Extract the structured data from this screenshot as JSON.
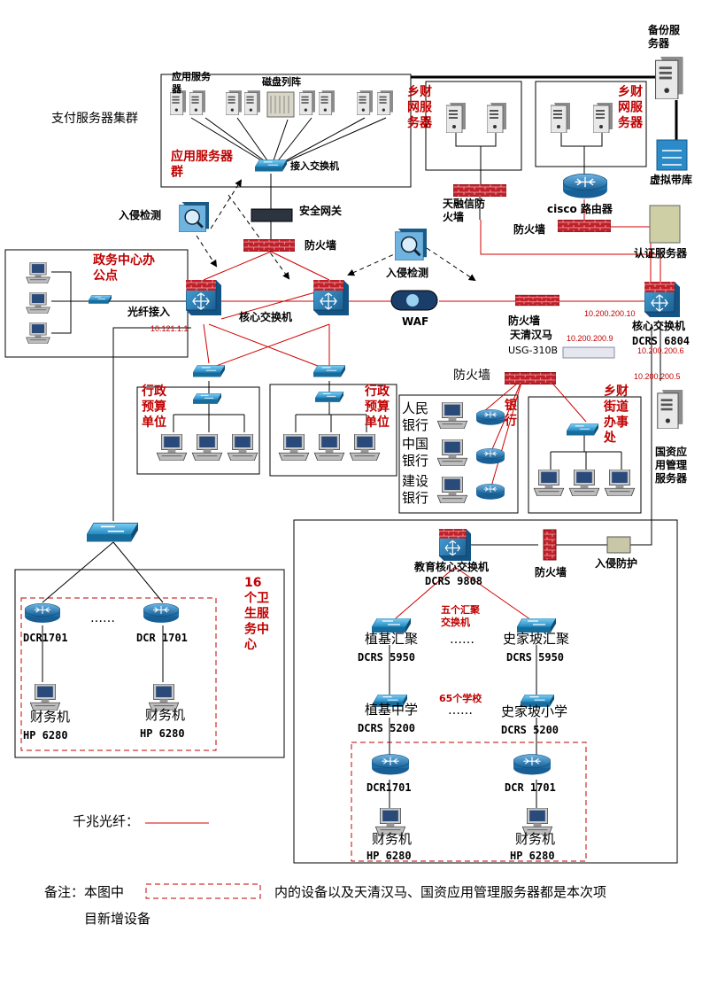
{
  "labels": {
    "payment_cluster": "支付服务器集群",
    "app_server": "应用服务器",
    "disk_array": "磁盘列阵",
    "app_server_group": "应用服务器群",
    "access_switch": "接入交换机",
    "intrusion_detect_left": "入侵检测",
    "security_gateway": "安全网关",
    "firewall_top": "防火墙",
    "gov_center": "政务中心办公点",
    "fiber_access": "光纤接入",
    "ip_left": "10.121.1.1",
    "core_switch_mid": "核心交换机",
    "intrusion_detect_mid": "入侵检测",
    "waf": "WAF",
    "xiangcai_net_left": "乡财网服务器",
    "xiangcai_net_right": "乡财网服务器",
    "finance_firewall": "天融信防火墙",
    "cisco_router": "cisco 路由器",
    "firewall_router": "防火墙",
    "backup_server": "备份服务器",
    "virtual_tape": "虚拟带库",
    "auth_server": "认证服务器",
    "core_switch_right": "核心交换机",
    "core_switch_right_model": "DCRS 6804",
    "ip_r1": "10.200.200.10",
    "ip_r2": "10.200.200.6",
    "ip_r3": "10.200.200.5",
    "ip_tq": "10.200.200.9",
    "firewall_tq": "防火墙",
    "tianqing": "天清汉马",
    "usg": "USG-310B",
    "firewall_bank": "防火墙",
    "admin_budget_left": "行政预算单位",
    "admin_budget_right": "行政预算单位",
    "bank_people": "人民银行",
    "bank_china": "中国银行",
    "bank_ccb": "建设银行",
    "bank_label": "银行",
    "xiangcai_street": "乡财街道办事处",
    "guozi_server": "国资应用管理服务器",
    "health_centers": "16个卫生服务中心",
    "dcr_a": "DCR1701",
    "dcr_b": "DCR 1701",
    "finance_pc_a": "财务机",
    "hp_a": "HP 6280",
    "finance_pc_b": "财务机",
    "hp_b": "HP 6280",
    "dots_health": "……",
    "edu_core": "教育核心交换机",
    "edu_core_model": "DCRS 9808",
    "firewall_edu": "防火墙",
    "intrusion_protect": "入侵防护",
    "five_agg": "五个汇聚交换机",
    "zhiji_agg": "植基汇聚",
    "zhiji_agg_model": "DCRS 5950",
    "shijiapo_agg": "史家坡汇聚",
    "shijiapo_agg_model": "DCRS 5950",
    "dots_agg": "……",
    "sixty_five": "65个学校",
    "zhiji_school": "植基中学",
    "zhiji_school_model": "DCRS 5200",
    "shijiapo_school": "史家坡小学",
    "shijiapo_school_model": "DCRS 5200",
    "dots_school": "……",
    "dcr_c": "DCR1701",
    "dcr_d": "DCR 1701",
    "finance_pc_c": "财务机",
    "hp_c": "HP 6280",
    "finance_pc_d": "财务机",
    "hp_d": "HP 6280",
    "legend_fiber": "千兆光纤：",
    "note_prefix": "备注：本图中",
    "note_suffix": "内的设备以及天清汉马、国资应用管理服务器都是本次项",
    "note_line2": "目新增设备"
  },
  "colors": {
    "red_text": "#c00000",
    "fiber": "#d00000",
    "switch_blue": "#2d8fc4",
    "router_blue": "#1f6fa8"
  }
}
